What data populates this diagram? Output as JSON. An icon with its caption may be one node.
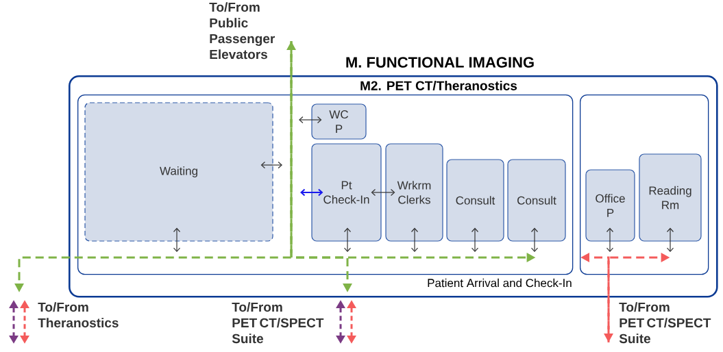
{
  "diagram": {
    "nodes": [
      {
        "text": [
          "M. FUNCTIONAL IMAGING",
          "Patient Arrival and Check-In"
        ]
      },
      {
        "text": [
          "M2. PET CT/Theranostics"
        ],
        "in": 0
      },
      {
        "text": [],
        "shape": "box",
        "in": 0
      },
      {
        "text": [
          "Waiting"
        ],
        "in": 1
      },
      {
        "text": [
          "WC P"
        ],
        "in": 1
      },
      {
        "text": [
          "Pt Check-In"
        ],
        "in": 1
      },
      {
        "text": [
          "Wrkrm Clerks"
        ],
        "in": 1
      },
      {
        "text": [
          "Consult"
        ],
        "in": 1
      },
      {
        "text": [
          "Consult"
        ],
        "in": 1
      },
      {
        "text": [
          "Office P"
        ],
        "in": 2
      },
      {
        "text": [
          "Reading Rm"
        ],
        "in": 2
      },
      {
        "text": [
          "To/From Public Passenger Elevators"
        ]
      },
      {
        "text": [
          "To/From Theranostics"
        ]
      },
      {
        "text": [
          "To/From PET CT/SPECT Suite"
        ]
      },
      {
        "text": [
          "To/From PET CT/SPECT Suite"
        ]
      }
    ],
    "edges": [
      {
        "from": 11,
        "to": 12,
        "arrow": "both",
        "style": "dashed",
        "color": "#7fb347"
      },
      {
        "from": 11,
        "to": 13,
        "arrow": "to",
        "style": "dashed",
        "color": "#7fb347"
      },
      {
        "from": 11,
        "to": 8,
        "arrow": "to",
        "style": "dashed",
        "color": "#7fb347"
      },
      {
        "from": 14,
        "to": 10,
        "arrow": "both",
        "style": "dashed",
        "color": "#f45b5b"
      },
      {
        "from": 14,
        "to": 2,
        "arrow": "to",
        "style": "dashed",
        "color": "#f45b5b"
      },
      {
        "from": 5,
        "to": 6,
        "arrow": "both"
      },
      {
        "from": null,
        "to": 5,
        "arrow": "both",
        "color": "#1a1aee"
      },
      {
        "from": null,
        "to": 3,
        "arrow": "both"
      },
      {
        "from": null,
        "to": 4,
        "arrow": "both"
      },
      {
        "from": null,
        "to": 3,
        "arrow": "both"
      },
      {
        "from": null,
        "to": 5,
        "arrow": "both"
      },
      {
        "from": null,
        "to": 6,
        "arrow": "both"
      },
      {
        "from": null,
        "to": 7,
        "arrow": "both"
      },
      {
        "from": null,
        "to": 8,
        "arrow": "both"
      },
      {
        "from": null,
        "to": 9,
        "arrow": "both"
      },
      {
        "from": null,
        "to": 10,
        "arrow": "both"
      }
    ]
  }
}
